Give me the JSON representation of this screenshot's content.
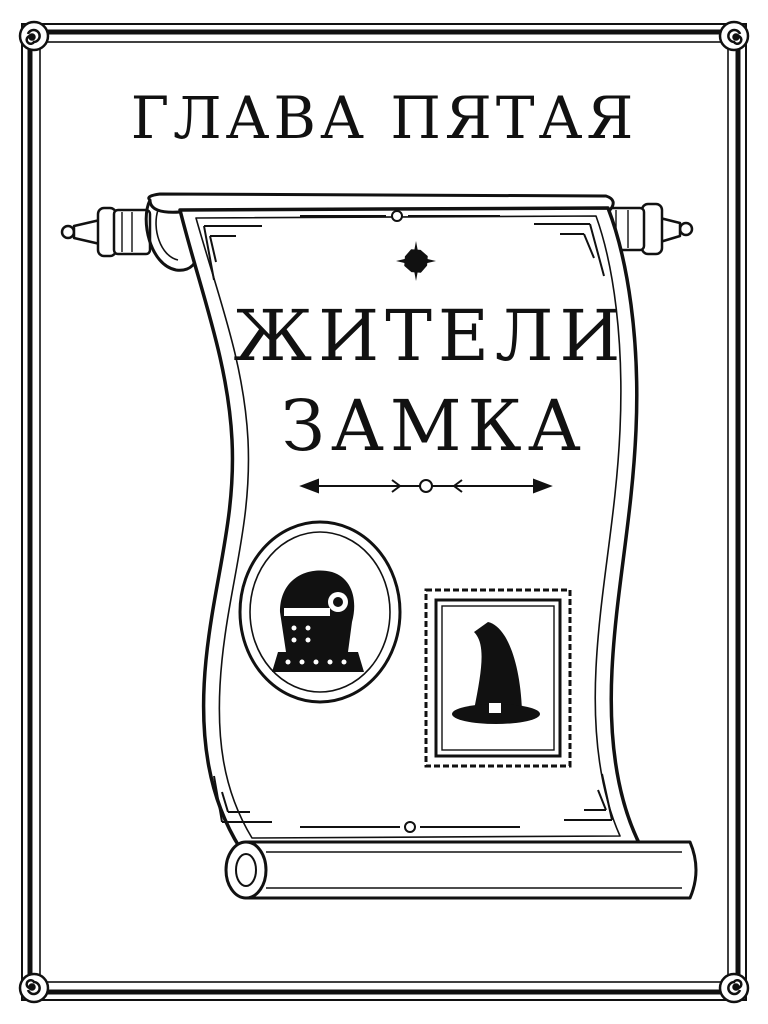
{
  "page": {
    "chapter_heading": "ГЛАВА ПЯТАЯ",
    "title_line1": "ЖИТЕЛИ",
    "title_line2": "ЗАМКА"
  },
  "illustrations": {
    "portrait_left": "knight-helmet-icon",
    "portrait_right": "witch-hat-icon",
    "scroll": "parchment-scroll",
    "frame_corners": "swirl-ornament-icon"
  },
  "colors": {
    "ink": "#111111",
    "paper": "#ffffff"
  }
}
